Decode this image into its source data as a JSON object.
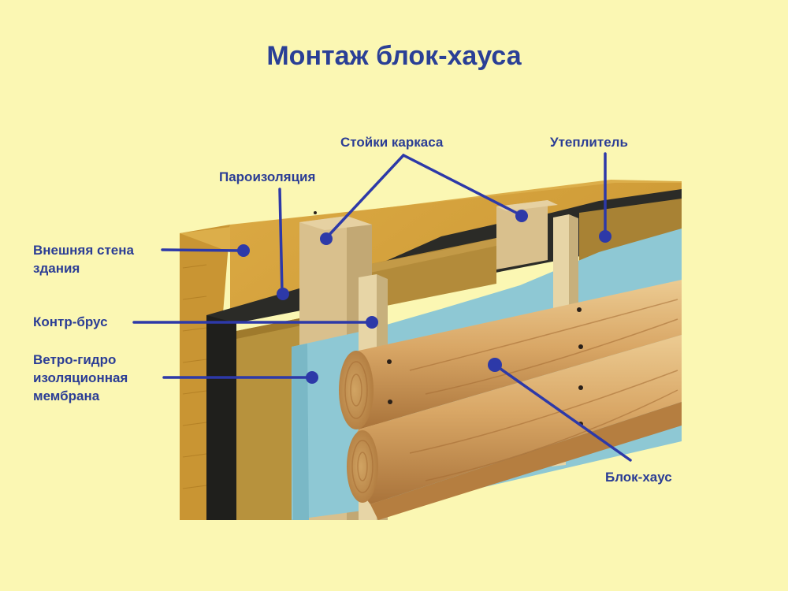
{
  "title": "Монтаж блок-хауса",
  "labels": {
    "vapor": "Пароизоляция",
    "studs": "Стойки каркаса",
    "insulation": "Утеплитель",
    "wall": [
      "Внешняя стена",
      "здания"
    ],
    "counter_batten": "Контр-брус",
    "membrane": [
      "Ветро-гидро",
      "изоляционная",
      "мембрана"
    ],
    "blockhouse": "Блок-хаус"
  },
  "colors": {
    "background": "#fbf7b3",
    "label_text": "#2b3d95",
    "pointer": "#2d39a8",
    "wall": "#d6a43a",
    "vapor_barrier": "#2b2b27",
    "membrane": "#8ec8d4",
    "timber": "#d9c08d",
    "log": "#d7a86a"
  }
}
